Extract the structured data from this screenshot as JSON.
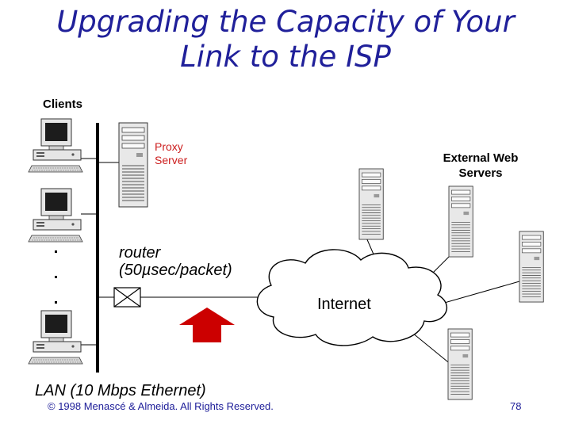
{
  "slide": {
    "title_line1": "Upgrading the Capacity of Your",
    "title_line2": "Link to the ISP"
  },
  "diagram": {
    "clients_label": "Clients",
    "proxy_label_line1": "Proxy",
    "proxy_label_line2": "Server",
    "external_label_line1": "External Web",
    "external_label_line2": "Servers",
    "router_label_line1": "router",
    "router_label_line2": "(50µsec/packet)",
    "internet_label": "Internet",
    "lan_label": "LAN (10 Mbps Ethernet)",
    "ellipsis": ". . ."
  },
  "footer": {
    "copyright": "© 1998 Menascé & Almeida. All Rights Reserved.",
    "page_number": "78"
  },
  "colors": {
    "title": "#20209a",
    "proxy_label": "#cc1e1e",
    "arrow": "#cc0000"
  }
}
